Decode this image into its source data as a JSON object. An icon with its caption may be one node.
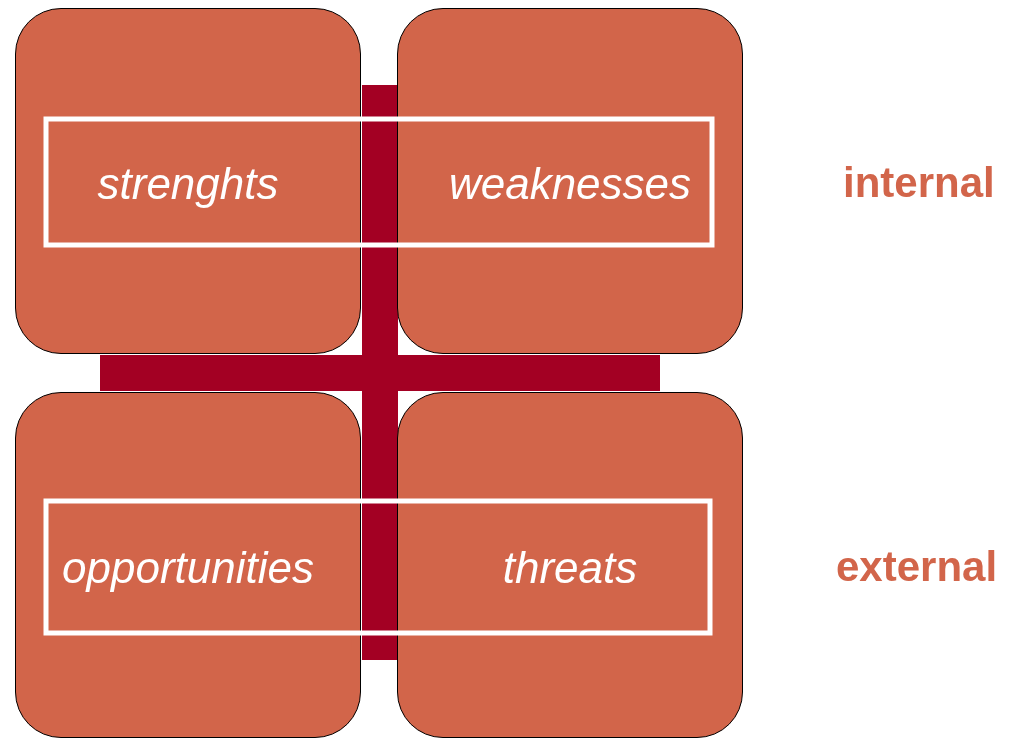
{
  "diagram": {
    "nodes": [
      {
        "text": [
          "strenghts"
        ]
      },
      {
        "text": [
          "weaknesses"
        ]
      },
      {
        "text": [
          "opportunities"
        ]
      },
      {
        "text": [
          "threats"
        ]
      }
    ],
    "labels": [
      "internal",
      "external"
    ]
  }
}
